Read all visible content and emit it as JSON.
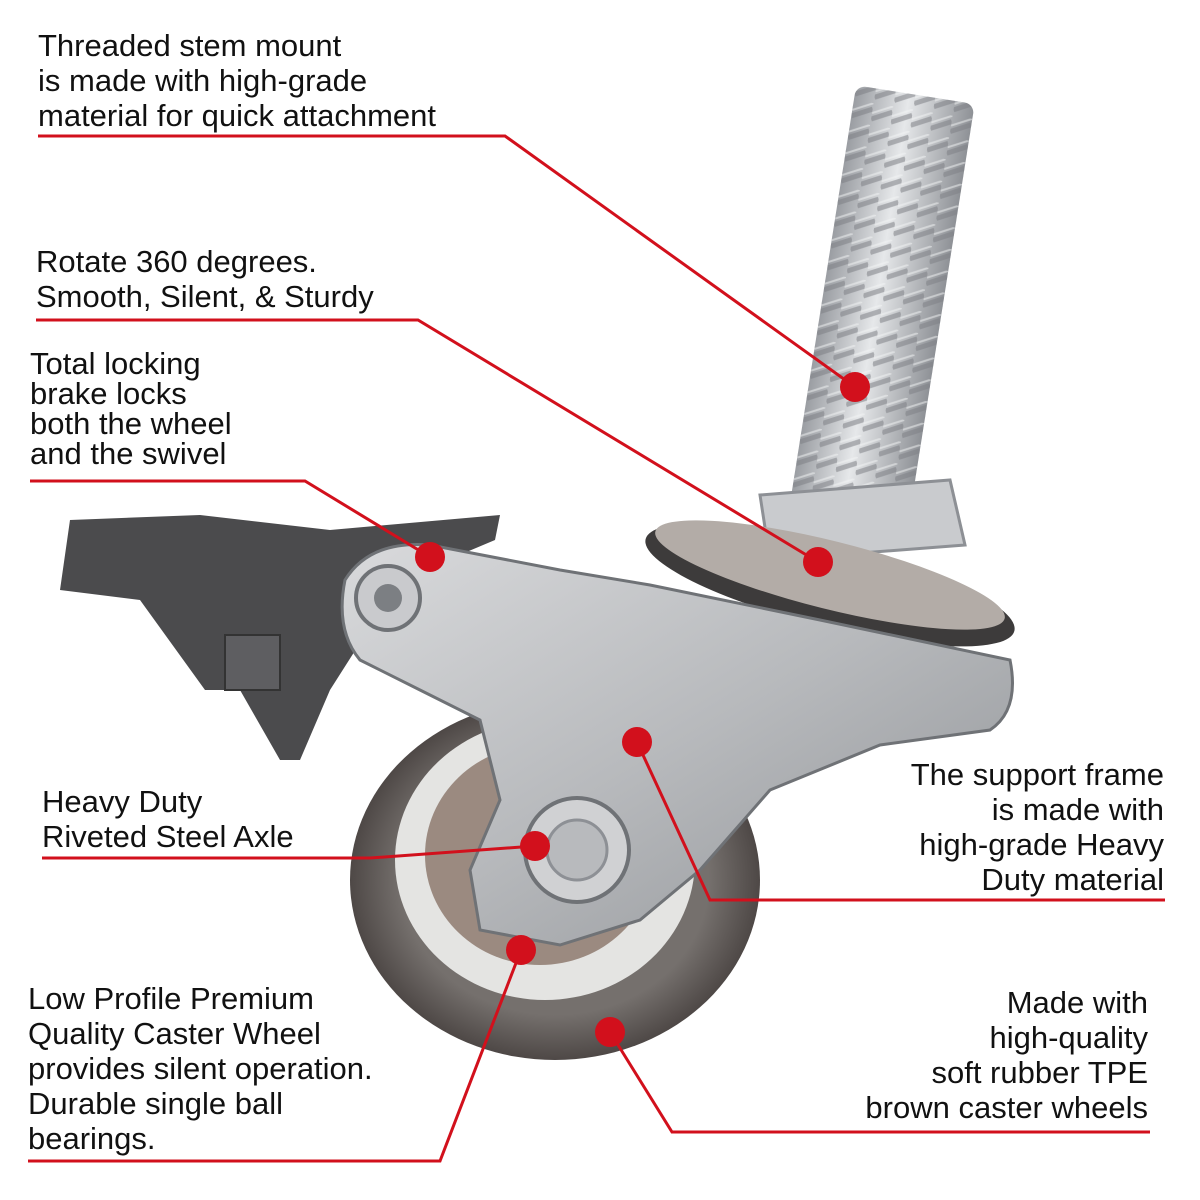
{
  "colors": {
    "accent": "#d2101c",
    "text": "#111111",
    "steel": "#c4c6c9",
    "steel_dark": "#8a8d91",
    "brake": "#4b4b4d",
    "wheel": "#6a6260",
    "tread_ring": "#e4e4e2"
  },
  "callouts": [
    {
      "id": "threaded-stem",
      "text": "Threaded stem mount\nis made with high-grade\nmaterial for quick attachment"
    },
    {
      "id": "rotate-360",
      "text": "Rotate 360 degrees.\nSmooth, Silent, & Sturdy"
    },
    {
      "id": "locking-brake",
      "text": "Total locking\nbrake locks\nboth the wheel\nand the swivel"
    },
    {
      "id": "steel-axle",
      "text": "Heavy Duty\nRiveted Steel Axle"
    },
    {
      "id": "support-frame",
      "text": "The support frame\nis made with\nhigh-grade Heavy\nDuty material"
    },
    {
      "id": "caster-wheel",
      "text": "Low Profile Premium\nQuality Caster Wheel\nprovides silent operation.\nDurable single ball\nbearings."
    },
    {
      "id": "rubber-tpe",
      "text": "Made with\nhigh-quality\nsoft rubber TPE\nbrown caster wheels"
    }
  ],
  "icons": [
    "caster-wheel-illustration"
  ]
}
